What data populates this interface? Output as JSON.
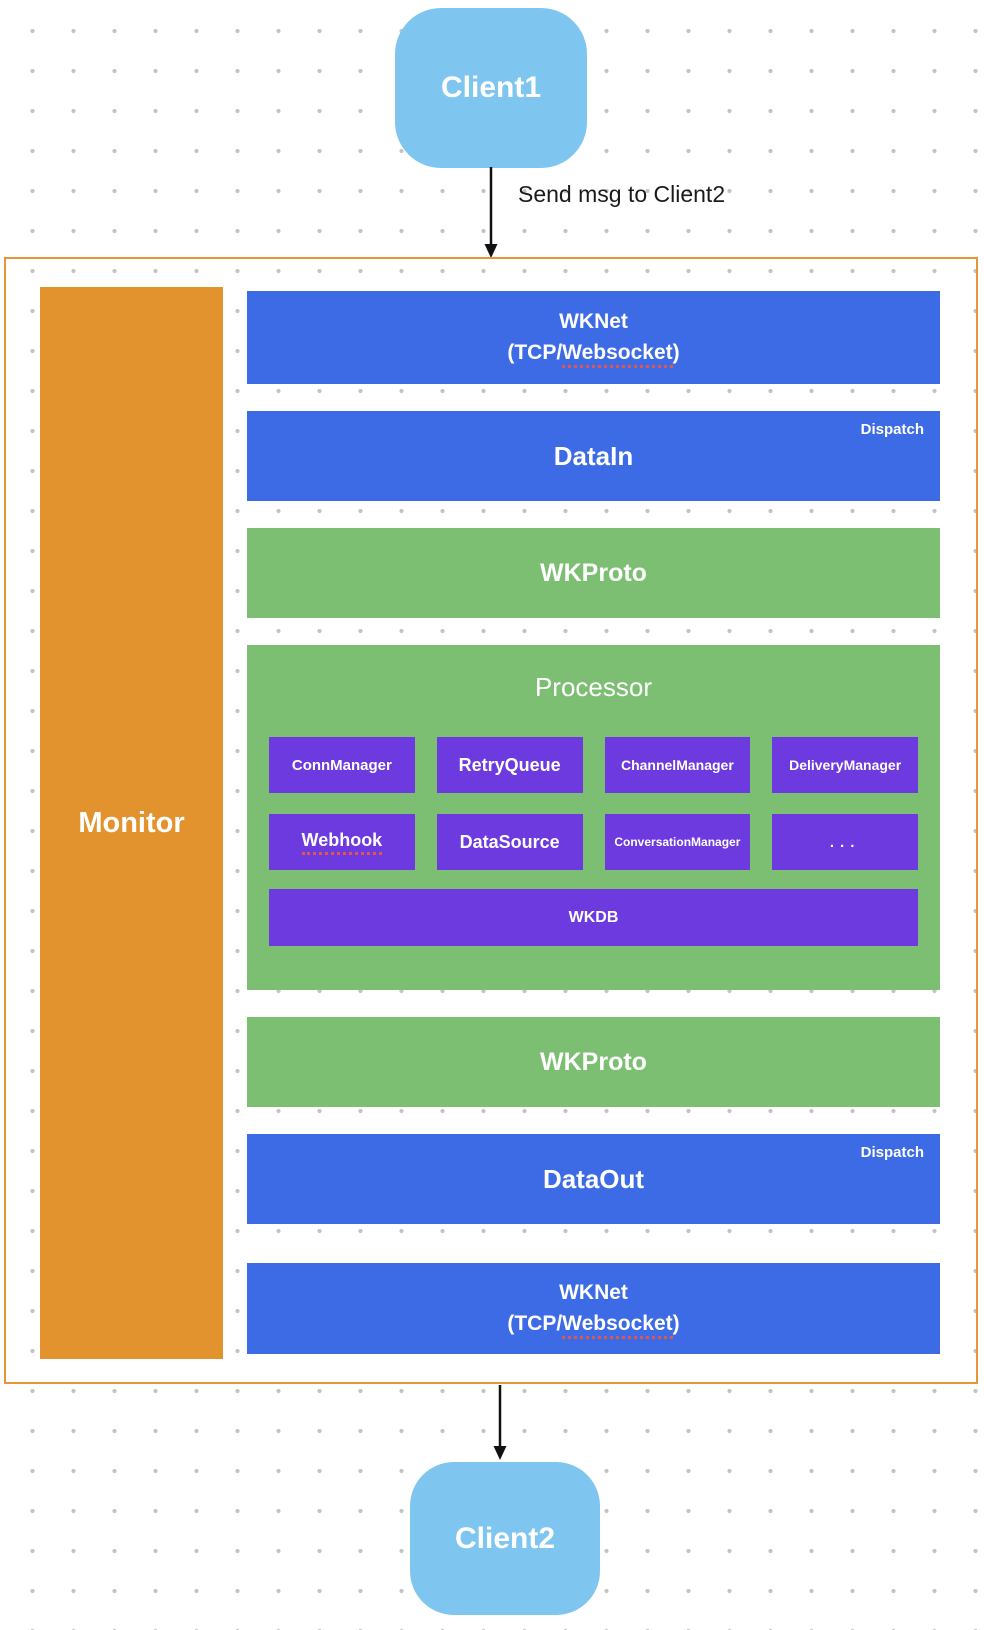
{
  "diagram": {
    "client1": "Client1",
    "client2": "Client2",
    "edge_label": "Send msg to Client2",
    "monitor": "Monitor",
    "layers": {
      "wknet_in": {
        "line1": "WKNet",
        "sub_pre": "(TCP/",
        "sub_word": "Websocket",
        "sub_post": ")"
      },
      "data_in": {
        "title": "DataIn",
        "badge": "Dispatch"
      },
      "wkproto_in": {
        "title": "WKProto"
      },
      "processor": {
        "title": "Processor",
        "modules": [
          "ConnManager",
          "RetryQueue",
          "ChannelManager",
          "DeliveryManager",
          "Webhook",
          "DataSource",
          "ConversationManager",
          "..."
        ],
        "db": "WKDB"
      },
      "wkproto_out": {
        "title": "WKProto"
      },
      "data_out": {
        "title": "DataOut",
        "badge": "Dispatch"
      },
      "wknet_out": {
        "line1": "WKNet",
        "sub_pre": "(TCP/",
        "sub_word": "Websocket",
        "sub_post": ")"
      }
    },
    "colors": {
      "layer_blue": "#3d6be5",
      "layer_green": "#7cbe72",
      "module_purple": "#6c3adf",
      "monitor_orange": "#e2932e",
      "container_border_orange": "#e8953a",
      "client_blue": "#7ec6ef",
      "spellcheck_red": "#e2574c",
      "arrow_black": "#111111"
    }
  }
}
